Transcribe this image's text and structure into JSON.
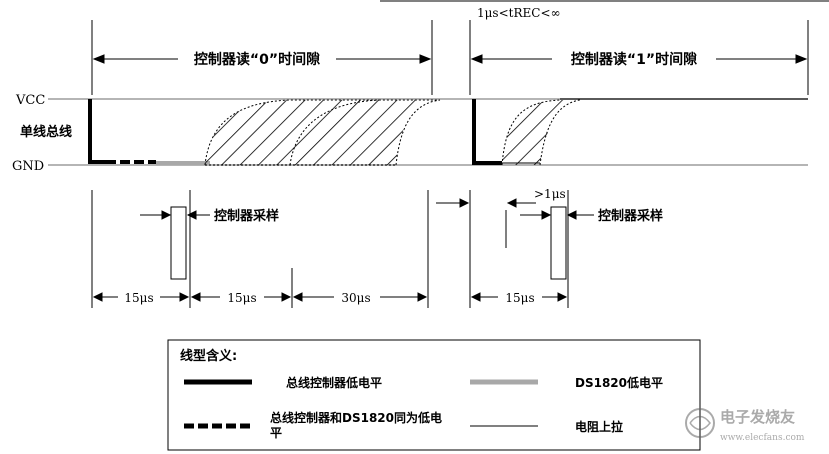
{
  "diagram": {
    "slot0_label": "控制器读“0”时间隙",
    "slot1_label": "控制器读“1”时间隙",
    "recovery_label": "1μs<tREC<∞",
    "vcc_label": "VCC",
    "bus_label": "单线总线",
    "gnd_label": "GND",
    "sample_label_0": "控制器采样",
    "sample_label_1": "控制器采样",
    "gt1us_label": ">1μs",
    "dim_15us_a": "15μs",
    "dim_15us_b": "15μs",
    "dim_30us": "30μs",
    "dim_15us_c": "15μs"
  },
  "legend": {
    "title": "线型含义:",
    "item_controller_low": "总线控制器低电平",
    "item_ds1820_low": "DS1820低电平",
    "item_both_low": "总线控制器和DS1820同为低电平",
    "item_pullup": "电阻上拉"
  },
  "watermark": {
    "text": "电子发烧友",
    "url": "www.elecfans.com"
  },
  "colors": {
    "line": "#000000",
    "ds1820_low": "#a8a8a8",
    "background": "#ffffff"
  }
}
